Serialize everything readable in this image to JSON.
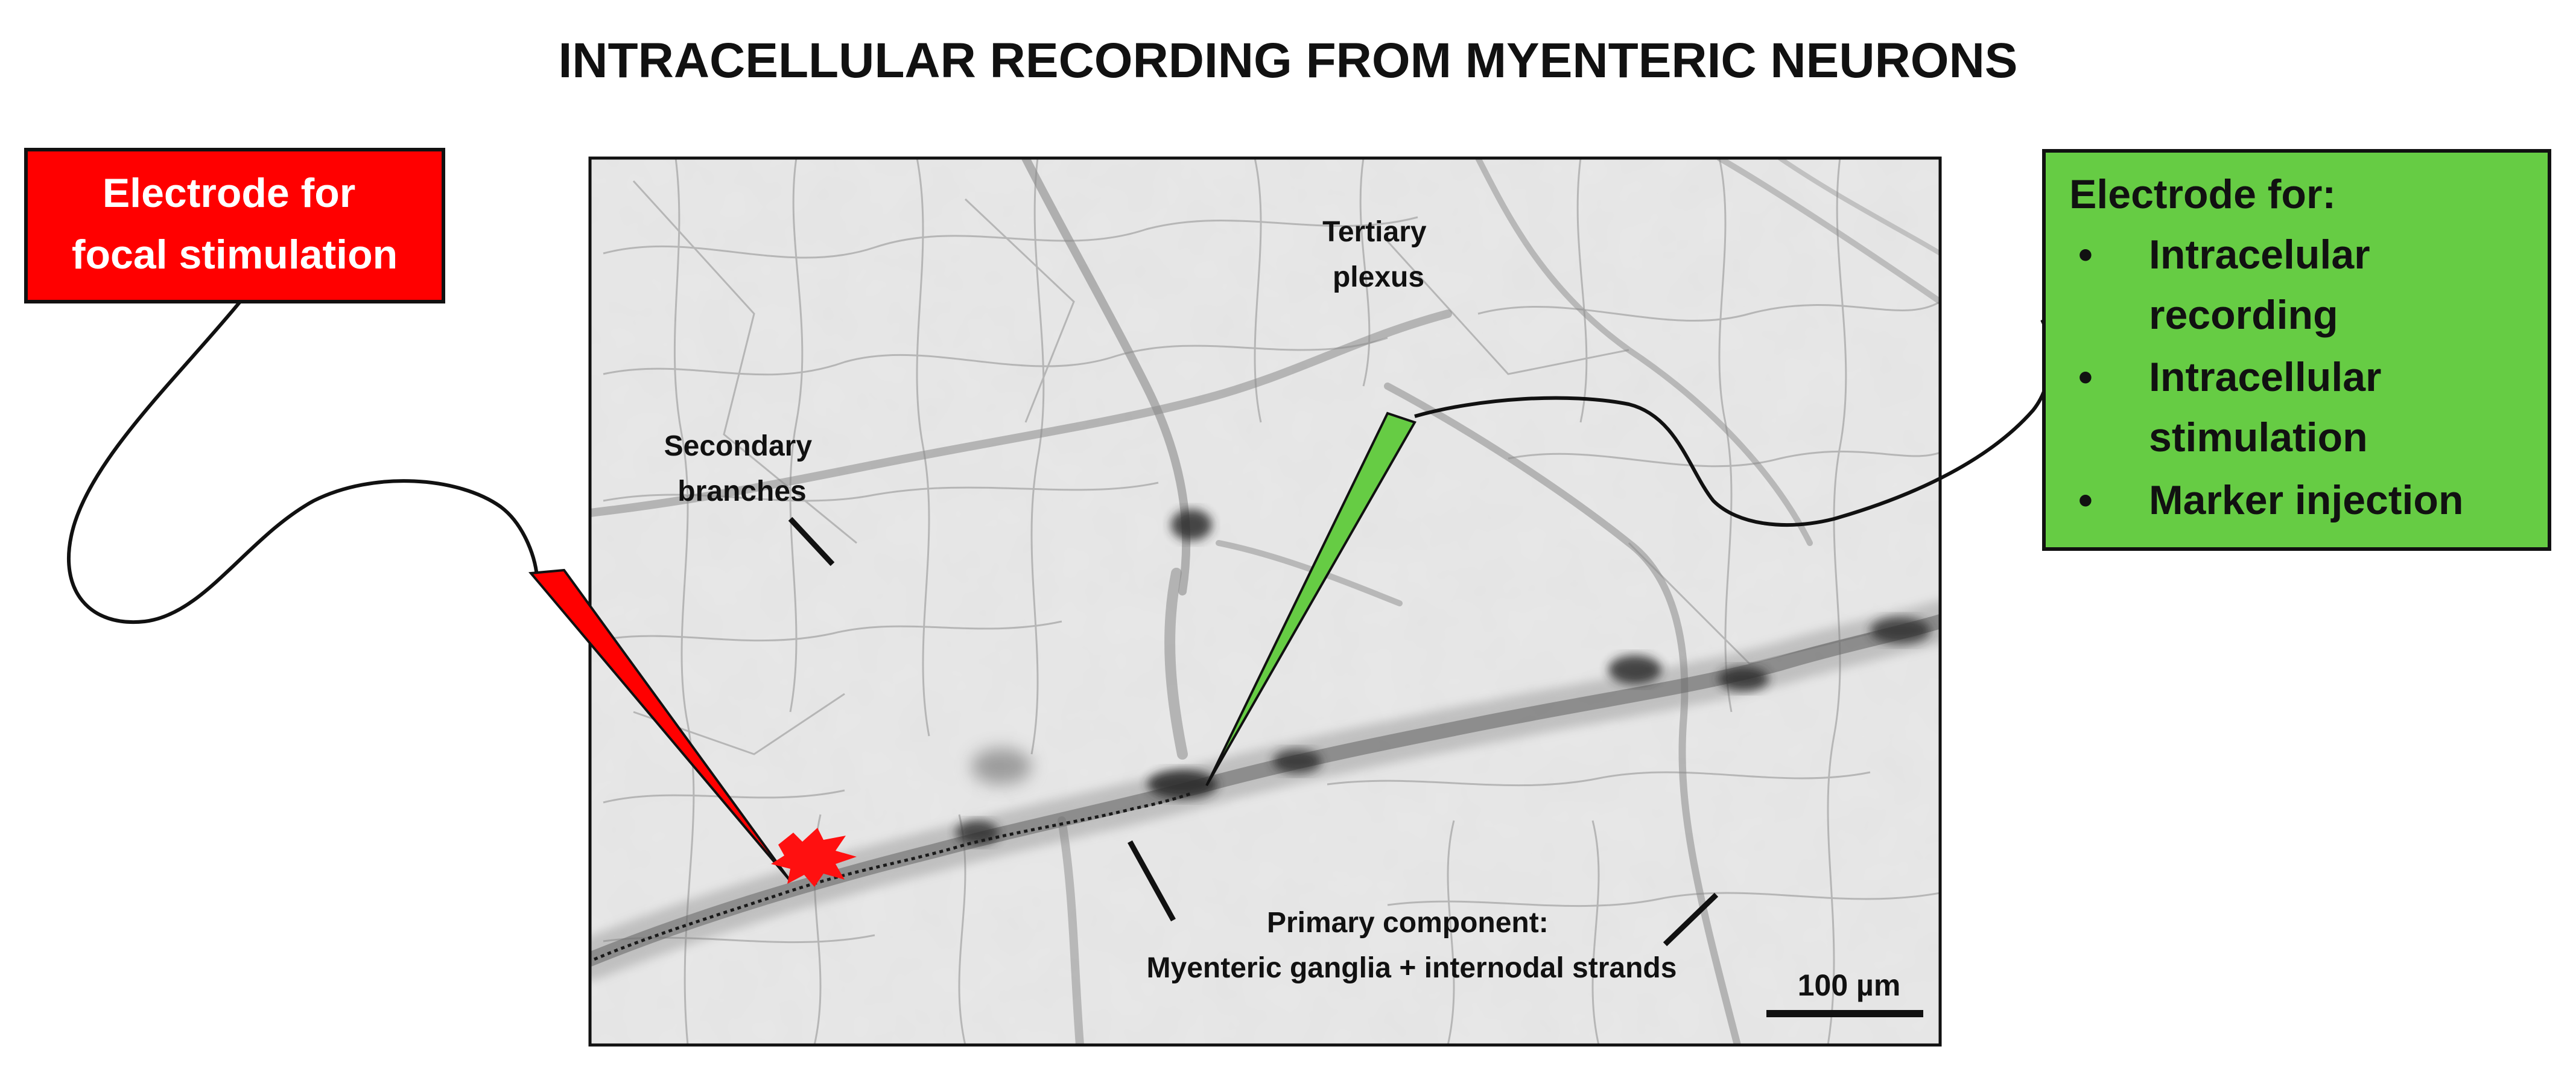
{
  "title": "INTRACELLULAR RECORDING FROM MYENTERIC NEURONS",
  "stim_electrode": {
    "lines": [
      "Electrode for",
      "focal stimulation"
    ],
    "box_color": "#ff0000",
    "electrode_color": "#ff0000"
  },
  "rec_electrode": {
    "heading": "Electrode for:",
    "bullet_glyph": "•",
    "items": [
      {
        "lines": [
          "Intracelular",
          "recording"
        ]
      },
      {
        "lines": [
          "Intracellular",
          "stimulation"
        ]
      },
      {
        "lines": [
          "Marker injection"
        ]
      }
    ],
    "box_color": "#66cc44",
    "electrode_color": "#66cc44"
  },
  "micrograph": {
    "labels": {
      "tertiary": [
        "Tertiary",
        "plexus"
      ],
      "secondary": [
        "Secondary",
        "branches"
      ],
      "primary": [
        "Primary component:",
        "Myenteric ganglia + internodal strands"
      ]
    },
    "scale_bar": "100 µm"
  }
}
